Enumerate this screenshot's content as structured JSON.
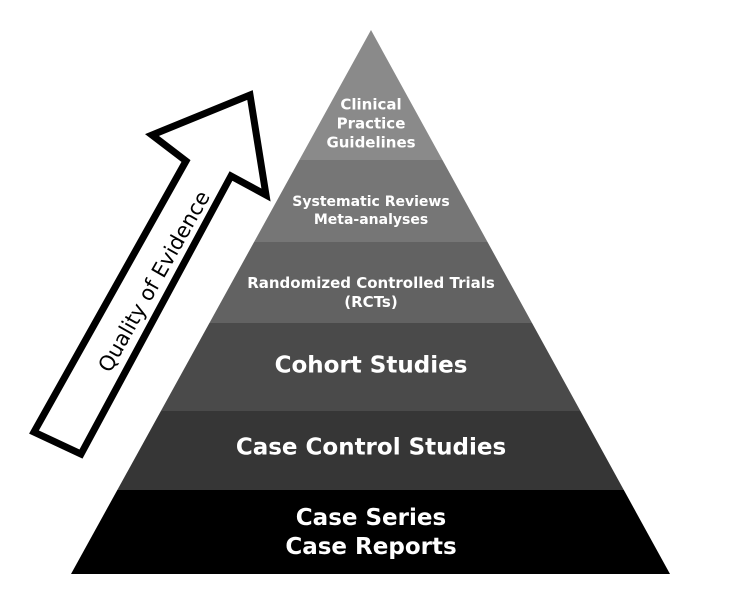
{
  "diagram": {
    "arrow_label": "Quality of Evidence",
    "tiers": [
      {
        "lines": [
          "Clinical",
          "Practice",
          "Guidelines"
        ],
        "color": "#8a8a8a"
      },
      {
        "lines": [
          "Systematic Reviews",
          "Meta-analyses"
        ],
        "color": "#767676"
      },
      {
        "lines": [
          "Randomized Controlled Trials",
          "(RCTs)"
        ],
        "color": "#626262"
      },
      {
        "lines": [
          "Cohort Studies"
        ],
        "color": "#4a4a4a"
      },
      {
        "lines": [
          "Case Control Studies"
        ],
        "color": "#363636"
      },
      {
        "lines": [
          "Case Series",
          "Case Reports"
        ],
        "color": "#000000"
      }
    ]
  }
}
